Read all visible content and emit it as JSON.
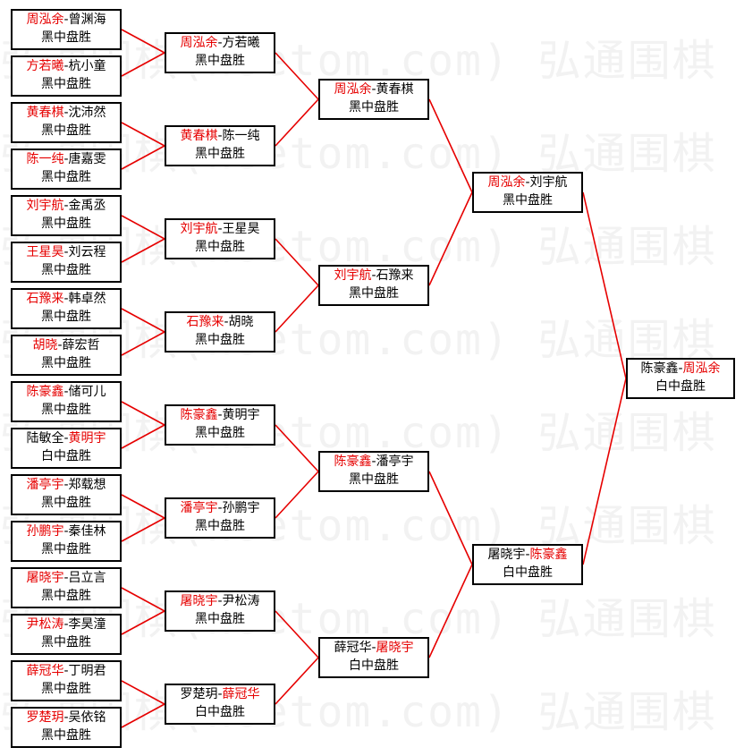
{
  "watermark": "弘通围棋(hoetom.com) 弘通围棋",
  "colors": {
    "winner": "#e60000",
    "text": "#000000",
    "line": "#e60000",
    "border": "#000000"
  },
  "rounds": [
    [
      {
        "p1": "周泓余",
        "p2": "曾渊海",
        "winner": 1,
        "result": "黑中盘胜"
      },
      {
        "p1": "方若曦",
        "p2": "杭小童",
        "winner": 1,
        "result": "黑中盘胜"
      },
      {
        "p1": "黄春棋",
        "p2": "沈沛然",
        "winner": 1,
        "result": "黑中盘胜"
      },
      {
        "p1": "陈一纯",
        "p2": "唐嘉雯",
        "winner": 1,
        "result": "黑中盘胜"
      },
      {
        "p1": "刘宇航",
        "p2": "金禹丞",
        "winner": 1,
        "result": "黑中盘胜"
      },
      {
        "p1": "王星昊",
        "p2": "刘云程",
        "winner": 1,
        "result": "黑中盘胜"
      },
      {
        "p1": "石豫来",
        "p2": "韩卓然",
        "winner": 1,
        "result": "黑中盘胜"
      },
      {
        "p1": "胡晓",
        "p2": "薛宏哲",
        "winner": 1,
        "result": "黑中盘胜"
      },
      {
        "p1": "陈豪鑫",
        "p2": "储可儿",
        "winner": 1,
        "result": "黑中盘胜"
      },
      {
        "p1": "陆敏全",
        "p2": "黄明宇",
        "winner": 2,
        "result": "白中盘胜"
      },
      {
        "p1": "潘亭宇",
        "p2": "郑载想",
        "winner": 1,
        "result": "黑中盘胜"
      },
      {
        "p1": "孙鹏宇",
        "p2": "秦佳林",
        "winner": 1,
        "result": "黑中盘胜"
      },
      {
        "p1": "屠晓宇",
        "p2": "吕立言",
        "winner": 1,
        "result": "黑中盘胜"
      },
      {
        "p1": "尹松涛",
        "p2": "李昊潼",
        "winner": 1,
        "result": "黑中盘胜"
      },
      {
        "p1": "薛冠华",
        "p2": "丁明君",
        "winner": 1,
        "result": "黑中盘胜"
      },
      {
        "p1": "罗楚玥",
        "p2": "吴依铭",
        "winner": 1,
        "result": "黑中盘胜"
      }
    ],
    [
      {
        "p1": "周泓余",
        "p2": "方若曦",
        "winner": 1,
        "result": "黑中盘胜"
      },
      {
        "p1": "黄春棋",
        "p2": "陈一纯",
        "winner": 1,
        "result": "黑中盘胜"
      },
      {
        "p1": "刘宇航",
        "p2": "王星昊",
        "winner": 1,
        "result": "黑中盘胜"
      },
      {
        "p1": "石豫来",
        "p2": "胡晓",
        "winner": 1,
        "result": "黑中盘胜"
      },
      {
        "p1": "陈豪鑫",
        "p2": "黄明宇",
        "winner": 1,
        "result": "黑中盘胜"
      },
      {
        "p1": "潘亭宇",
        "p2": "孙鹏宇",
        "winner": 1,
        "result": "黑中盘胜"
      },
      {
        "p1": "屠晓宇",
        "p2": "尹松涛",
        "winner": 1,
        "result": "黑中盘胜"
      },
      {
        "p1": "罗楚玥",
        "p2": "薛冠华",
        "winner": 2,
        "result": "白中盘胜"
      }
    ],
    [
      {
        "p1": "周泓余",
        "p2": "黄春棋",
        "winner": 1,
        "result": "黑中盘胜"
      },
      {
        "p1": "刘宇航",
        "p2": "石豫来",
        "winner": 1,
        "result": "黑中盘胜"
      },
      {
        "p1": "陈豪鑫",
        "p2": "潘亭宇",
        "winner": 1,
        "result": "黑中盘胜"
      },
      {
        "p1": "薛冠华",
        "p2": "屠晓宇",
        "winner": 2,
        "result": "白中盘胜"
      }
    ],
    [
      {
        "p1": "周泓余",
        "p2": "刘宇航",
        "winner": 1,
        "result": "黑中盘胜"
      },
      {
        "p1": "屠晓宇",
        "p2": "陈豪鑫",
        "winner": 2,
        "result": "白中盘胜"
      }
    ],
    [
      {
        "p1": "陈豪鑫",
        "p2": "周泓余",
        "winner": 2,
        "result": "白中盘胜"
      }
    ]
  ]
}
